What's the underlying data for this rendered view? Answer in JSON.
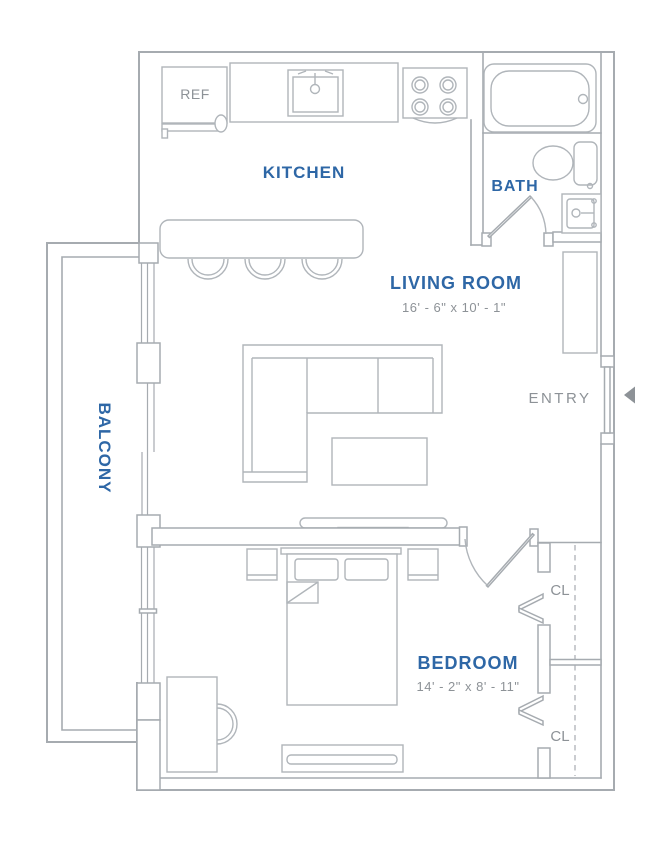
{
  "floor_plan": {
    "rooms": {
      "kitchen": {
        "label": "KITCHEN"
      },
      "bath": {
        "label": "BATH"
      },
      "living_room": {
        "label": "LIVING ROOM",
        "dimensions": "16' - 6\" x 10' - 1\""
      },
      "balcony": {
        "label": "BALCONY"
      },
      "bedroom": {
        "label": "BEDROOM",
        "dimensions": "14' - 2\" x 8' - 11\""
      }
    },
    "annotations": {
      "entry": "ENTRY",
      "closet_1": "CL",
      "closet_2": "CL",
      "refrigerator": "REF"
    },
    "colors": {
      "room_label": "#2e67a6",
      "annotation_text": "#8d9297",
      "wall_line": "#a6abb0",
      "background": "#ffffff"
    }
  }
}
